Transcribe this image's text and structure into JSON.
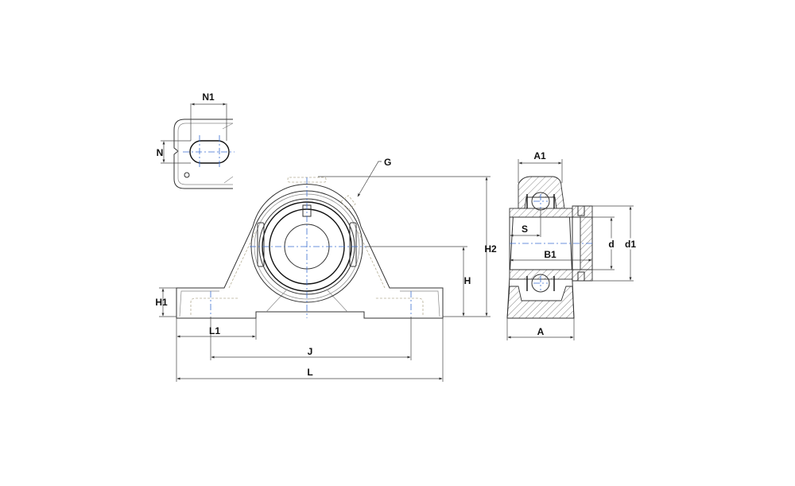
{
  "drawing": {
    "title": "Pillow block bearing unit dimension drawing",
    "labels": {
      "N1": "N1",
      "N": "N",
      "G": "G",
      "H2": "H2",
      "H": "H",
      "H1": "H1",
      "L1": "L1",
      "J": "J",
      "L": "L",
      "A1": "A1",
      "S": "S",
      "B1": "B1",
      "d": "d",
      "d1": "d1",
      "A": "A"
    },
    "colors": {
      "centerline": "#3b6fd1",
      "outline": "#333333",
      "hidden": "#b5ae95"
    }
  }
}
